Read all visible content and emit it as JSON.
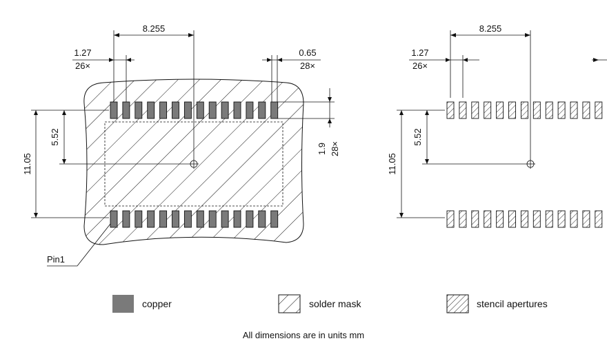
{
  "colors": {
    "copper": "#7a7a7a",
    "line": "#111111",
    "background": "#ffffff"
  },
  "left_view": {
    "dims": {
      "pitch_value": "1.27",
      "pitch_count": "26×",
      "span": "8.255",
      "pad_w_value": "0.65",
      "pad_w_count": "28×",
      "half_row": "5.52",
      "row_span": "11.05",
      "pad_h_value": "1.9",
      "pad_h_count": "28×"
    },
    "pin1_label": "Pin1"
  },
  "right_view": {
    "dims": {
      "pitch_value": "1.27",
      "pitch_count": "26×",
      "span": "8.255",
      "half_row": "5.52",
      "row_span": "11.05"
    }
  },
  "legend": {
    "copper": "copper",
    "solder_mask": "solder mask",
    "stencil": "stencil apertures"
  },
  "footer": "All dimensions are in units mm"
}
